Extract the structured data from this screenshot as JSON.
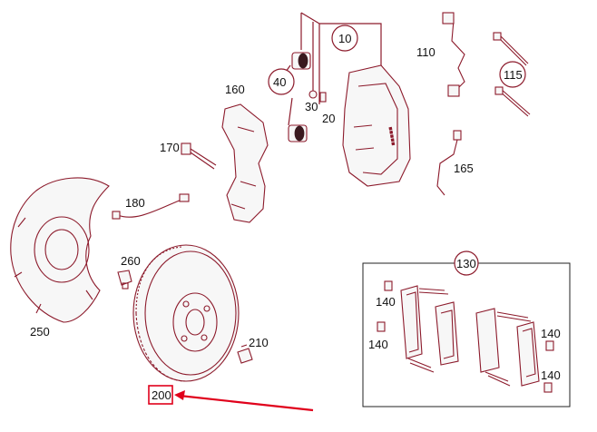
{
  "labels": {
    "l10": "10",
    "l20": "20",
    "l30": "30",
    "l40": "40",
    "l110": "110",
    "l115": "115",
    "l130": "130",
    "l140a": "140",
    "l140b": "140",
    "l140c": "140",
    "l140d": "140",
    "l160": "160",
    "l165": "165",
    "l170": "170",
    "l180": "180",
    "l200": "200",
    "l210": "210",
    "l250": "250",
    "l260": "260"
  },
  "colors": {
    "line": "#8c1a2b",
    "highlight": "#e0001b"
  },
  "highlight": {
    "selected_part": "200"
  }
}
